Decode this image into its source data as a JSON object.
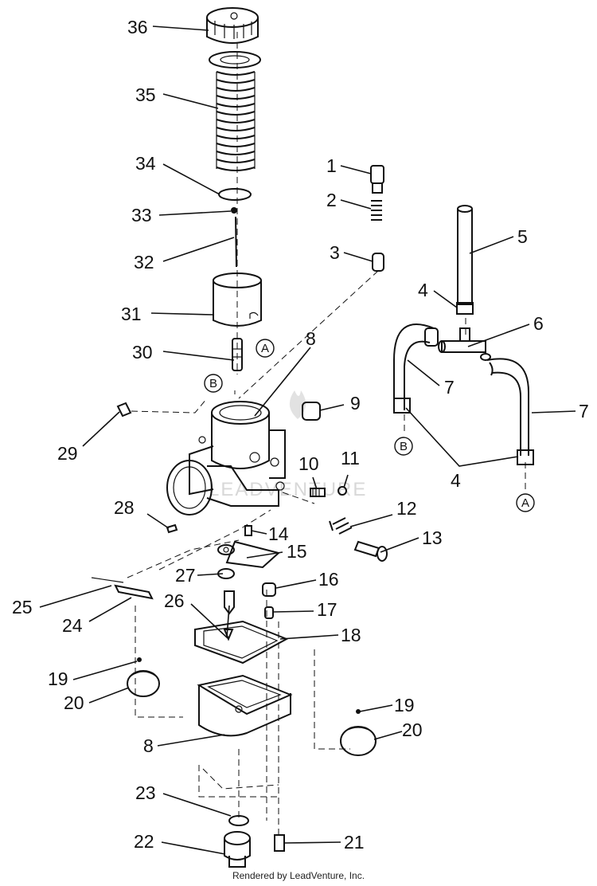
{
  "callouts": {
    "n1": "1",
    "n2": "2",
    "n3": "3",
    "n4a": "4",
    "n4b": "4",
    "n5": "5",
    "n6": "6",
    "n7a": "7",
    "n7b": "7",
    "n8a": "8",
    "n8b": "8",
    "n9": "9",
    "n10": "10",
    "n11": "11",
    "n12": "12",
    "n13": "13",
    "n14": "14",
    "n15": "15",
    "n16": "16",
    "n17": "17",
    "n18": "18",
    "n19a": "19",
    "n19b": "19",
    "n20a": "20",
    "n20b": "20",
    "n21": "21",
    "n22": "22",
    "n23": "23",
    "n24": "24",
    "n25": "25",
    "n26": "26",
    "n27": "27",
    "n28": "28",
    "n29": "29",
    "n30": "30",
    "n31": "31",
    "n32": "32",
    "n33": "33",
    "n34": "34",
    "n35": "35",
    "n36": "36"
  },
  "refs": {
    "a1": "A",
    "a2": "A",
    "b1": "B",
    "b2": "B"
  },
  "watermark": "LEADVENTURE",
  "footer": "Rendered by LeadVenture, Inc."
}
